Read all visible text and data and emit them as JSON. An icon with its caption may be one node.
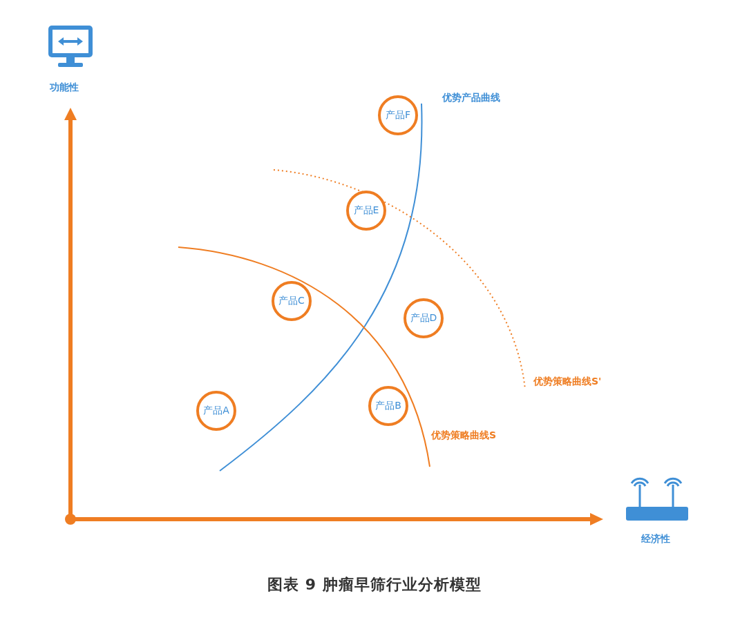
{
  "diagram": {
    "caption": "图表 9 肿瘤早筛行业分析模型",
    "nodes": [
      {
        "text": [
          "产品F"
        ]
      },
      {
        "text": [
          "产品E"
        ]
      },
      {
        "text": [
          "产品C"
        ]
      },
      {
        "text": [
          "产品D"
        ]
      },
      {
        "text": [
          "产品A"
        ]
      },
      {
        "text": [
          "产品B"
        ]
      }
    ],
    "edges": [],
    "labels": [
      "功能性",
      "优势产品曲线",
      "优势策略曲线S'",
      "优势策略曲线S",
      "经济性"
    ]
  }
}
